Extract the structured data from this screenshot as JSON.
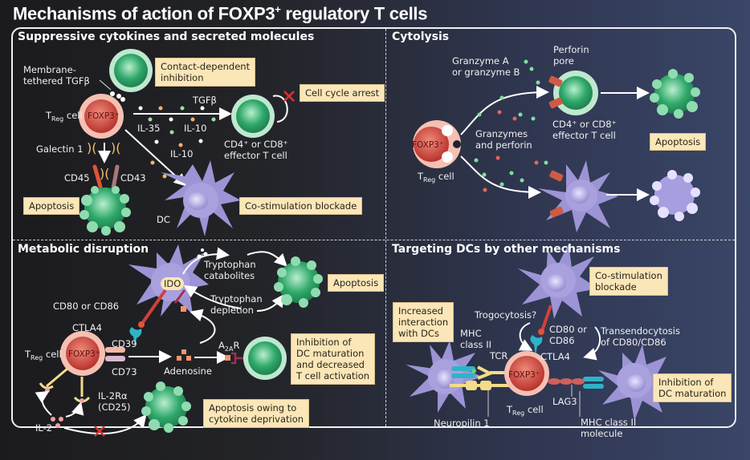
{
  "title": "Mechanisms of action of FOXP3",
  "title_sup": "+",
  "title_rest": " regulatory T cells",
  "colors": {
    "callout_bg": "#fbe6b8",
    "treg_red": "#c9403a",
    "effector_green": "#2fa86a",
    "dc_purple": "#9c94d4",
    "block_x": "#e0322e",
    "ctla4_teal": "#2fb3c7"
  },
  "panels": {
    "suppressive": {
      "title": "Suppressive cytokines and secreted molecules",
      "labels": {
        "membrane_tgfb_1": "Membrane-",
        "membrane_tgfb_2": "tethered TGFβ",
        "treg": "T",
        "treg_sub": "Reg",
        "treg_rest": " cell",
        "foxp3": "FOXP3⁺",
        "tgfb": "TGFβ",
        "il35": "IL-35",
        "il10a": "IL-10",
        "il10b": "IL-10",
        "effector_1": "CD4⁺ or CD8⁺",
        "effector_2": "effector T cell",
        "galectin": "Galectin 1",
        "cd45": "CD45",
        "cd43": "CD43",
        "dc": "DC"
      },
      "callouts": {
        "contact_1": "Contact-dependent",
        "contact_2": "inhibition",
        "cell_cycle": "Cell cycle arrest",
        "apoptosis": "Apoptosis",
        "costim": "Co-stimulation blockade"
      }
    },
    "cytolysis": {
      "title": "Cytolysis",
      "labels": {
        "granzyme_1": "Granzyme A",
        "granzyme_2": "or granzyme B",
        "perforin_1": "Perforin",
        "perforin_2": "pore",
        "granzymes_1": "Granzymes",
        "granzymes_2": "and perforin",
        "effector_1": "CD4⁺ or CD8⁺",
        "effector_2": "effector T cell",
        "foxp3": "FOXP3⁺",
        "treg": "T",
        "treg_sub": "Reg",
        "treg_rest": " cell"
      },
      "callouts": {
        "apoptosis": "Apoptosis"
      }
    },
    "metabolic": {
      "title": "Metabolic disruption",
      "labels": {
        "ido": "IDO",
        "trp_cat_1": "Tryptophan",
        "trp_cat_2": "catabolites",
        "trp_dep_1": "Tryptophan",
        "trp_dep_2": "depletion",
        "cd80": "CD80 or CD86",
        "ctla4": "CTLA4",
        "cd39": "CD39",
        "cd73": "CD73",
        "adenosine": "Adenosine",
        "a2ar": "A",
        "a2ar_sub": "2A",
        "a2ar_rest": "R",
        "treg": "T",
        "treg_sub": "Reg",
        "treg_rest": " cell",
        "foxp3": "FOXP3⁺",
        "il2ra_1": "IL-2Rα",
        "il2ra_2": "(CD25)",
        "il2": "IL-2"
      },
      "callouts": {
        "apoptosis": "Apoptosis",
        "inhibition_1": "Inhibition of",
        "inhibition_2": "DC maturation",
        "inhibition_3": "and decreased",
        "inhibition_4": "T cell activation",
        "deprivation_1": "Apoptosis owing to",
        "deprivation_2": "cytokine deprivation"
      }
    },
    "targeting": {
      "title": "Targeting DCs by other mechanisms",
      "labels": {
        "trogocytosis": "Trogocytosis?",
        "cd80_1": "CD80 or",
        "cd80_2": "CD86",
        "transendo_1": "Transendocytosis",
        "transendo_2": "of CD80/CD86",
        "mhc_1": "MHC",
        "mhc_2": "class II",
        "tcr": "TCR",
        "ctla4": "CTLA4",
        "foxp3": "FOXP3⁺",
        "lag3": "LAG3",
        "treg": "T",
        "treg_sub": "Reg",
        "treg_rest": " cell",
        "neuropilin": "Neuropilin 1",
        "mhc_mol_1": "MHC class II",
        "mhc_mol_2": "molecule"
      },
      "callouts": {
        "costim_1": "Co-stimulation",
        "costim_2": "blockade",
        "increased_1": "Increased",
        "increased_2": "interaction",
        "increased_3": "with DCs",
        "inhibition_1": "Inhibition of",
        "inhibition_2": "DC maturation"
      }
    }
  }
}
